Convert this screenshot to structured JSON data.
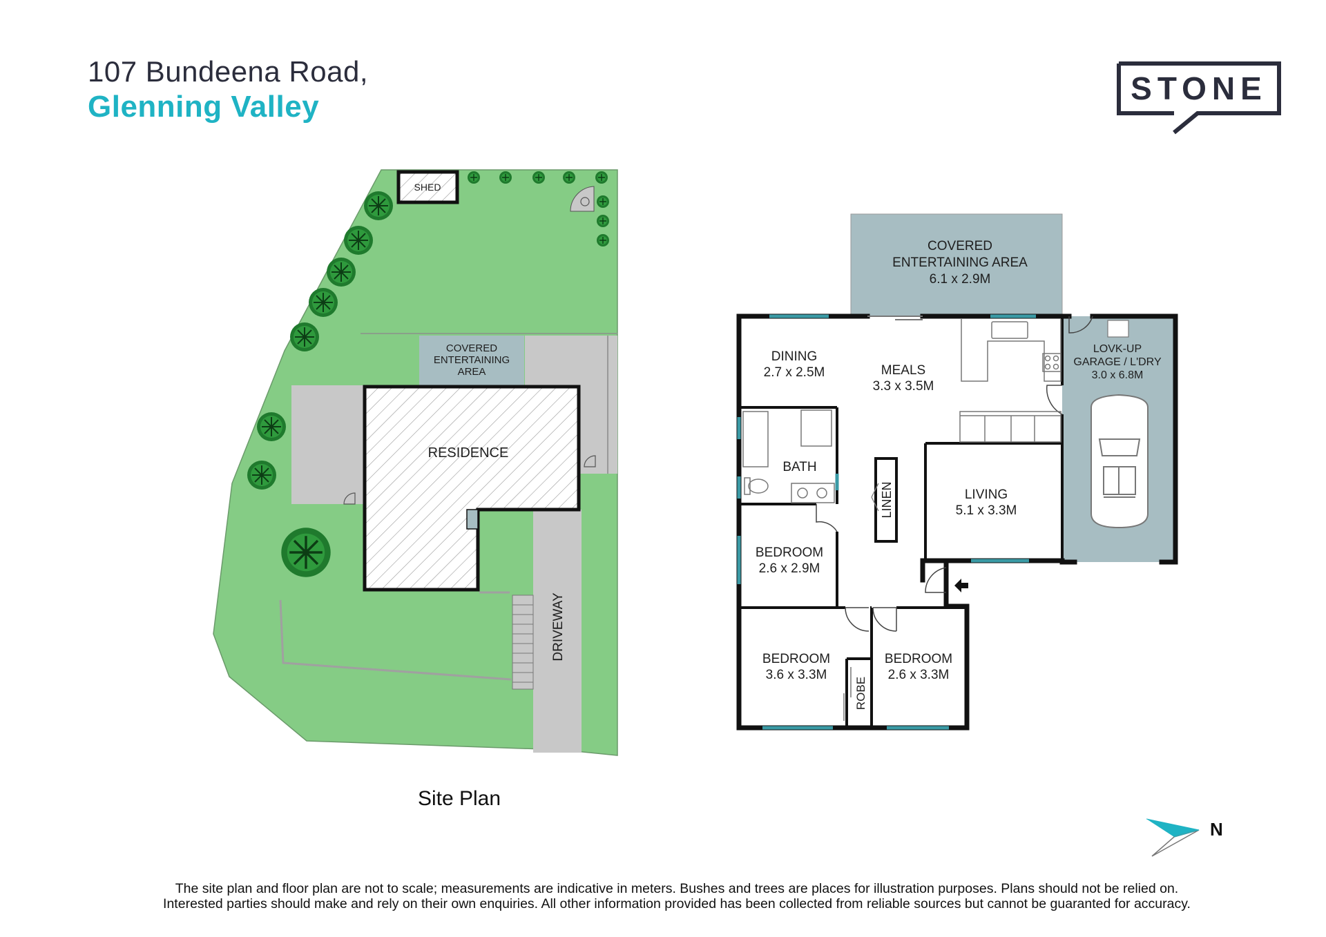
{
  "header": {
    "address_line1": "107 Bundeena Road,",
    "address_line2": "Glenning Valley"
  },
  "brand": {
    "logo_text": "STONE",
    "colors": {
      "accent": "#1fb3c4",
      "dark": "#2b2d3c",
      "lawn": "#85cc85",
      "paving": "#c8c8c8",
      "covered": "#a7bdc2",
      "wall": "#111111",
      "window": "#3a9aa5"
    }
  },
  "site_plan": {
    "caption": "Site Plan",
    "labels": {
      "shed": "SHED",
      "covered_line1": "COVERED",
      "covered_line2": "ENTERTAINING",
      "covered_line3": "AREA",
      "residence": "RESIDENCE",
      "driveway": "DRIVEWAY"
    }
  },
  "floor_plan": {
    "covered": {
      "line1": "COVERED",
      "line2": "ENTERTAINING AREA",
      "size": "6.1 x 2.9M"
    },
    "dining": {
      "name": "DINING",
      "size": "2.7 x 2.5M"
    },
    "meals": {
      "name": "MEALS",
      "size": "3.3 x 3.5M"
    },
    "garage": {
      "line1": "LOVK-UP",
      "line2": "GARAGE / L'DRY",
      "size": "3.0 x 6.8M"
    },
    "bath": {
      "name": "BATH"
    },
    "linen": {
      "name": "LINEN"
    },
    "living": {
      "name": "LIVING",
      "size": "5.1 x 3.3M"
    },
    "bedroom_a": {
      "name": "BEDROOM",
      "size": "2.6 x 2.9M"
    },
    "bedroom_b": {
      "name": "BEDROOM",
      "size": "3.6 x 3.3M"
    },
    "bedroom_c": {
      "name": "BEDROOM",
      "size": "2.6 x 3.3M"
    },
    "robe": {
      "name": "ROBE"
    }
  },
  "compass": {
    "label": "N"
  },
  "disclaimer": {
    "line1": "The site plan and floor plan are not to scale; measurements are indicative in meters. Bushes and trees are places for illustration purposes. Plans should not be relied on.",
    "line2": "Interested parties should make and rely on their own enquiries. All other information provided has been collected from reliable sources but cannot be guaranted for accuracy."
  }
}
